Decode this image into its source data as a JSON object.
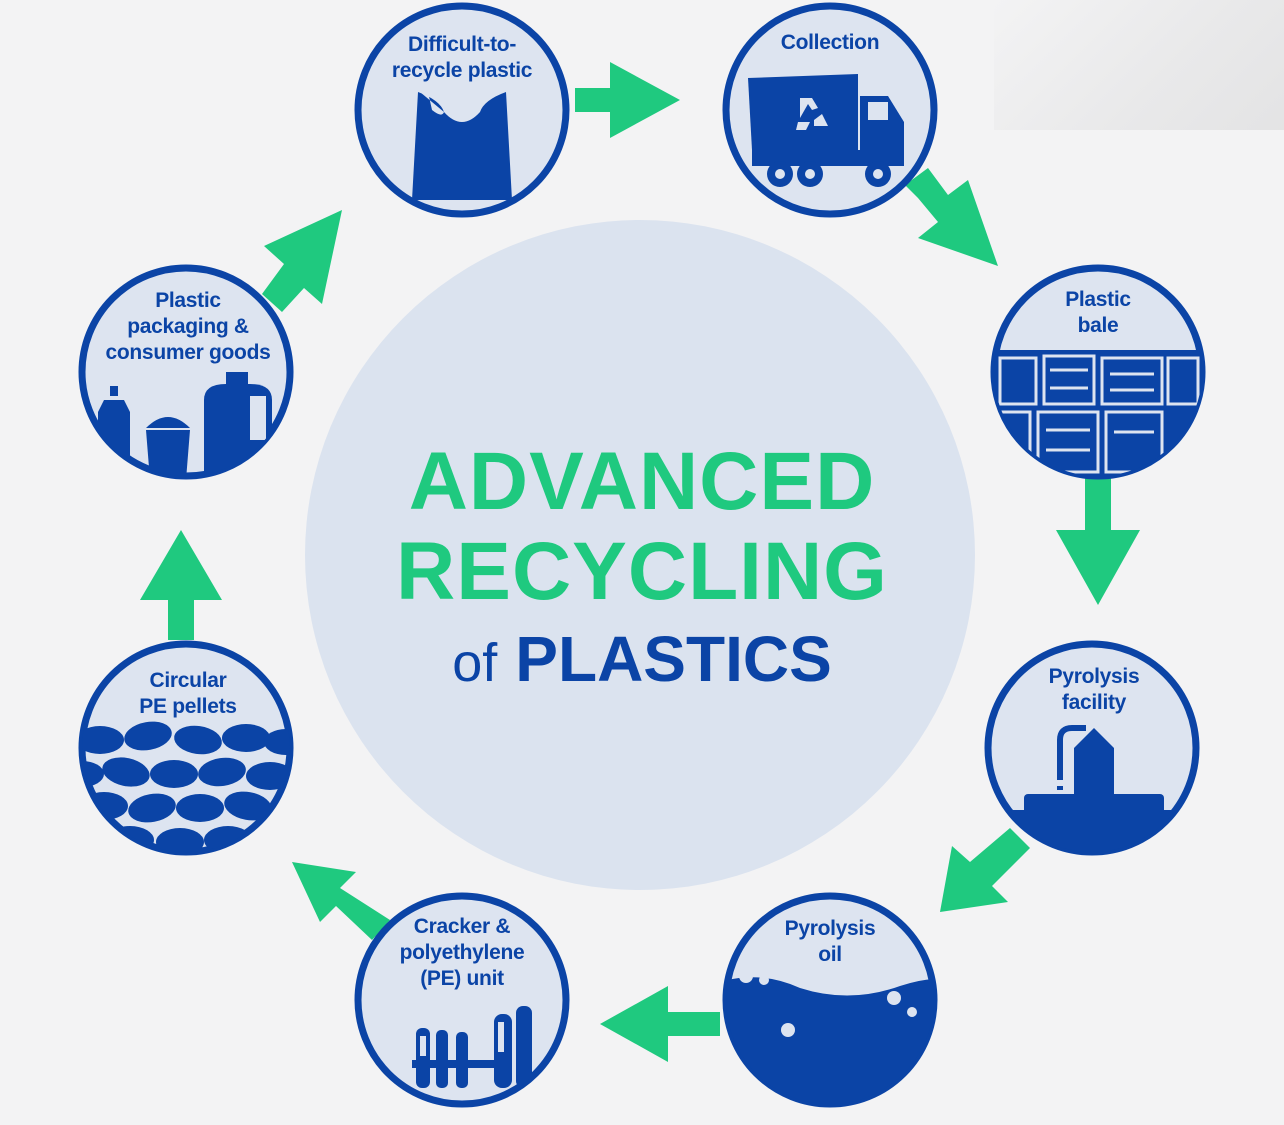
{
  "title": {
    "line1": "ADVANCED",
    "line2": "RECYCLING",
    "line3_of": "of",
    "line3_main": "PLASTICS"
  },
  "colors": {
    "blue": "#0b44a6",
    "green": "#1fc97f",
    "circle_fill": "#dde4f0",
    "center_fill": "#dbe3ef"
  },
  "steps": [
    {
      "id": "difficult",
      "label_lines": [
        "Difficult-to-",
        "recycle plastic"
      ],
      "icon": "plastic-bag-icon"
    },
    {
      "id": "collection",
      "label_lines": [
        "Collection"
      ],
      "icon": "recycling-truck-icon"
    },
    {
      "id": "bale",
      "label_lines": [
        "Plastic",
        "bale"
      ],
      "icon": "plastic-bale-icon"
    },
    {
      "id": "pyrolysis-facility",
      "label_lines": [
        "Pyrolysis",
        "facility"
      ],
      "icon": "pyrolysis-plant-icon"
    },
    {
      "id": "pyrolysis-oil",
      "label_lines": [
        "Pyrolysis",
        "oil"
      ],
      "icon": "oil-bubbles-icon"
    },
    {
      "id": "cracker",
      "label_lines": [
        "Cracker &",
        "polyethylene",
        "(PE) unit"
      ],
      "icon": "refinery-towers-icon"
    },
    {
      "id": "pellets",
      "label_lines": [
        "Circular",
        "PE pellets"
      ],
      "icon": "pellets-icon"
    },
    {
      "id": "packaging",
      "label_lines": [
        "Plastic",
        "packaging &",
        "consumer goods"
      ],
      "icon": "bottles-containers-icon"
    }
  ]
}
